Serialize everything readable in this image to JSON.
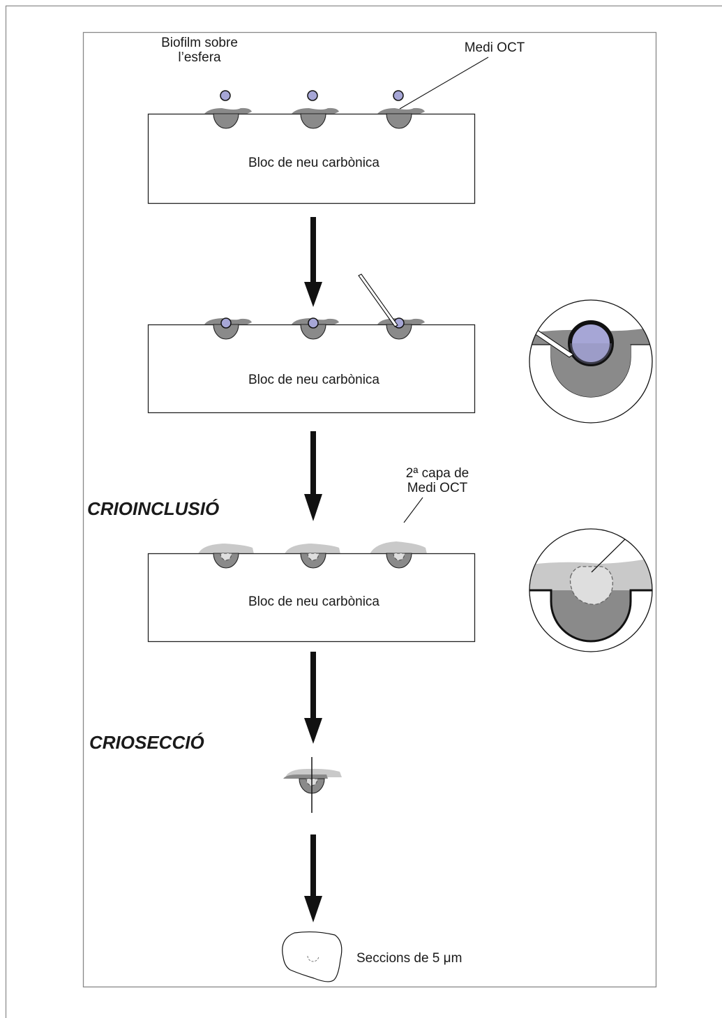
{
  "colors": {
    "oct": "#8a8a8a",
    "oct2": "#c9c9c9",
    "biofilm": "#a6a6d6",
    "core": "#dedede"
  },
  "labels": {
    "biofilm_line1": "Biofilm sobre",
    "biofilm_line2": "l’esfera",
    "medi_oct": "Medi OCT",
    "block": "Bloc de neu carbònica",
    "second_layer_line1": "2ª capa de",
    "second_layer_line2": "Medi OCT",
    "sections": "Seccions de 5 μm"
  },
  "sections": {
    "cryo_inclusion": "CRIOINCLUSIÓ",
    "cryo_section": "CRIOSECCIÓ"
  },
  "icons": [
    "down-arrow-icon",
    "needle-icon",
    "magnifier-circle-icon"
  ]
}
